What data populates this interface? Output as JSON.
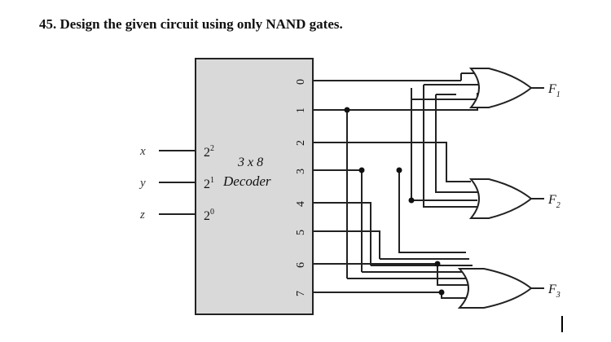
{
  "question": "45. Design the given circuit using only NAND gates.",
  "decoder": {
    "title_line1": "3 x 8",
    "title_line2": "Decoder",
    "select_inputs": [
      {
        "base": "2",
        "exp": "2"
      },
      {
        "base": "2",
        "exp": "1"
      },
      {
        "base": "2",
        "exp": "0"
      }
    ],
    "outputs": [
      "0",
      "1",
      "2",
      "3",
      "4",
      "5",
      "6",
      "7"
    ]
  },
  "inputs": [
    "x",
    "y",
    "z"
  ],
  "gates": [
    {
      "label": "F",
      "sub": "1"
    },
    {
      "label": "F",
      "sub": "2"
    },
    {
      "label": "F",
      "sub": "3"
    }
  ]
}
